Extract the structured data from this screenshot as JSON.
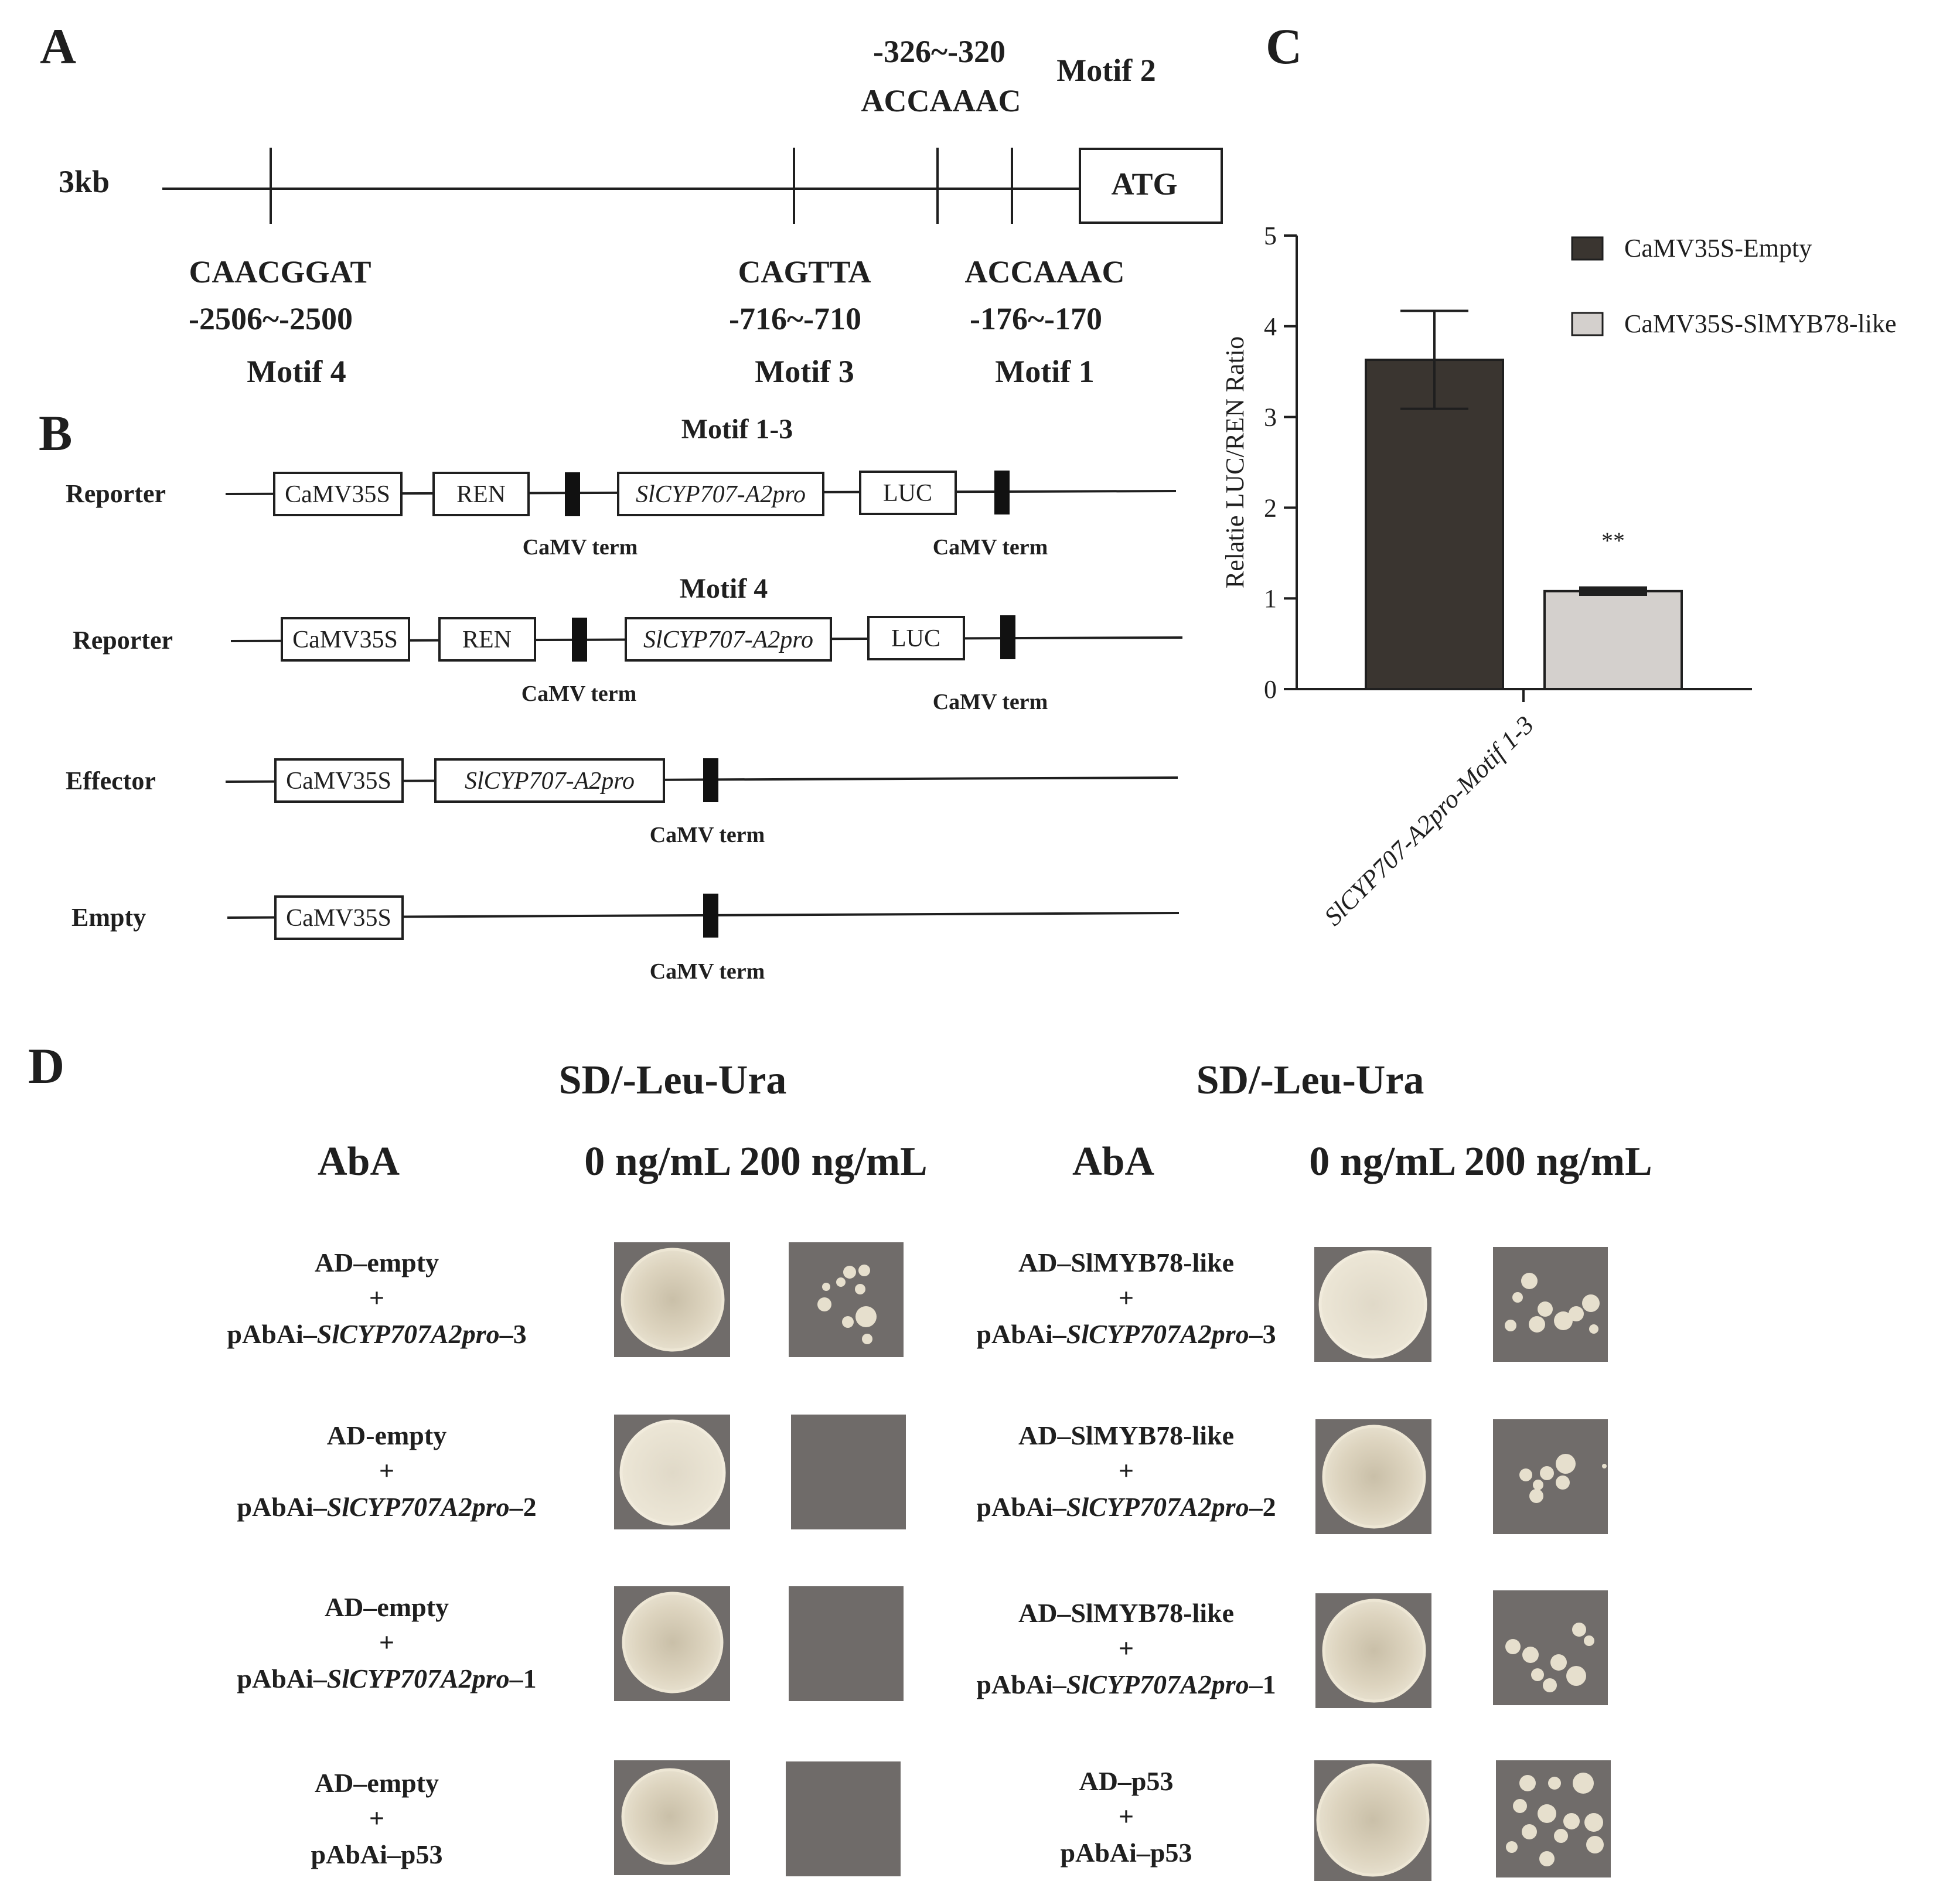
{
  "panels": {
    "A": "A",
    "B": "B",
    "C": "C",
    "D": "D"
  },
  "panelA": {
    "length_label": "3kb",
    "atg": "ATG",
    "motif2": {
      "pos": "-326~-320",
      "seq": "ACCAAAC",
      "name": "Motif 2"
    },
    "motifs_below": [
      {
        "seq": "CAACGGAT",
        "pos": "-2506~-2500",
        "name": "Motif 4"
      },
      {
        "seq": "CAGTTA",
        "pos": "-716~-710",
        "name": "Motif 3"
      },
      {
        "seq": "ACCAAAC",
        "pos": "-176~-170",
        "name": "Motif 1"
      }
    ]
  },
  "panelB": {
    "constructs": [
      {
        "title": "Motif 1-3",
        "label": "Reporter",
        "boxes": [
          "CaMV35S",
          "REN",
          "SlCYP707-A2pro",
          "LUC"
        ],
        "terms": [
          "CaMV term",
          "CaMV term"
        ]
      },
      {
        "title": "Motif 4",
        "label": "Reporter",
        "boxes": [
          "CaMV35S",
          "REN",
          "SlCYP707-A2pro",
          "LUC"
        ],
        "terms": [
          "CaMV term",
          "CaMV term"
        ]
      },
      {
        "title": "",
        "label": "Effector",
        "boxes": [
          "CaMV35S",
          "SlCYP707-A2pro"
        ],
        "terms": [
          "CaMV term"
        ]
      },
      {
        "title": "",
        "label": "Empty",
        "boxes": [
          "CaMV35S"
        ],
        "terms": [
          "CaMV term"
        ]
      }
    ]
  },
  "chart_data": {
    "type": "bar",
    "categories": [
      "SlCYP707-A2pro-Motif 1-3"
    ],
    "series": [
      {
        "name": "CaMV35S-Empty",
        "values": [
          3.63
        ],
        "error": [
          0.54
        ],
        "color": "#3a3530"
      },
      {
        "name": "CaMV35S-SlMYB78-like",
        "values": [
          1.08
        ],
        "error": [
          0.03
        ],
        "color": "#d4d0cd"
      }
    ],
    "ylabel": "Relatie LUC/REN Ratio",
    "ylim": [
      0,
      5
    ],
    "yticks": [
      "0",
      "1",
      "2",
      "3",
      "4",
      "5"
    ],
    "annotations": [
      "**"
    ],
    "legend": "top-right"
  },
  "panelD": {
    "medium": "SD/-Leu-Ura",
    "aba_label": "AbA",
    "conc": "0 ng/mL 200 ng/mL",
    "left_rows": [
      {
        "line1": "AD–empty",
        "plus": "+",
        "pre": "pAbAi–",
        "italic": "SlCYP707A2pro",
        "suf": "–3"
      },
      {
        "line1": "AD-empty",
        "plus": "+",
        "pre": "pAbAi–",
        "italic": "SlCYP707A2pro",
        "suf": "–2"
      },
      {
        "line1": "AD–empty",
        "plus": "+",
        "pre": "pAbAi–",
        "italic": "SlCYP707A2pro",
        "suf": "–1"
      },
      {
        "line1": "AD–empty",
        "plus": "+",
        "pre": "pAbAi–p53",
        "italic": "",
        "suf": ""
      }
    ],
    "right_rows": [
      {
        "line1": "AD–SlMYB78-like",
        "plus": "+",
        "pre": "pAbAi–",
        "italic": "SlCYP707A2pro",
        "suf": "–3"
      },
      {
        "line1": "AD–SlMYB78-like",
        "plus": "+",
        "pre": "pAbAi–",
        "italic": "SlCYP707A2pro",
        "suf": "–2"
      },
      {
        "line1": "AD–SlMYB78-like",
        "plus": "+",
        "pre": "pAbAi–",
        "italic": "SlCYP707A2pro",
        "suf": "–1"
      },
      {
        "line1": "AD–p53",
        "plus": "+",
        "pre": "pAbAi–p53",
        "italic": "",
        "suf": ""
      }
    ]
  }
}
